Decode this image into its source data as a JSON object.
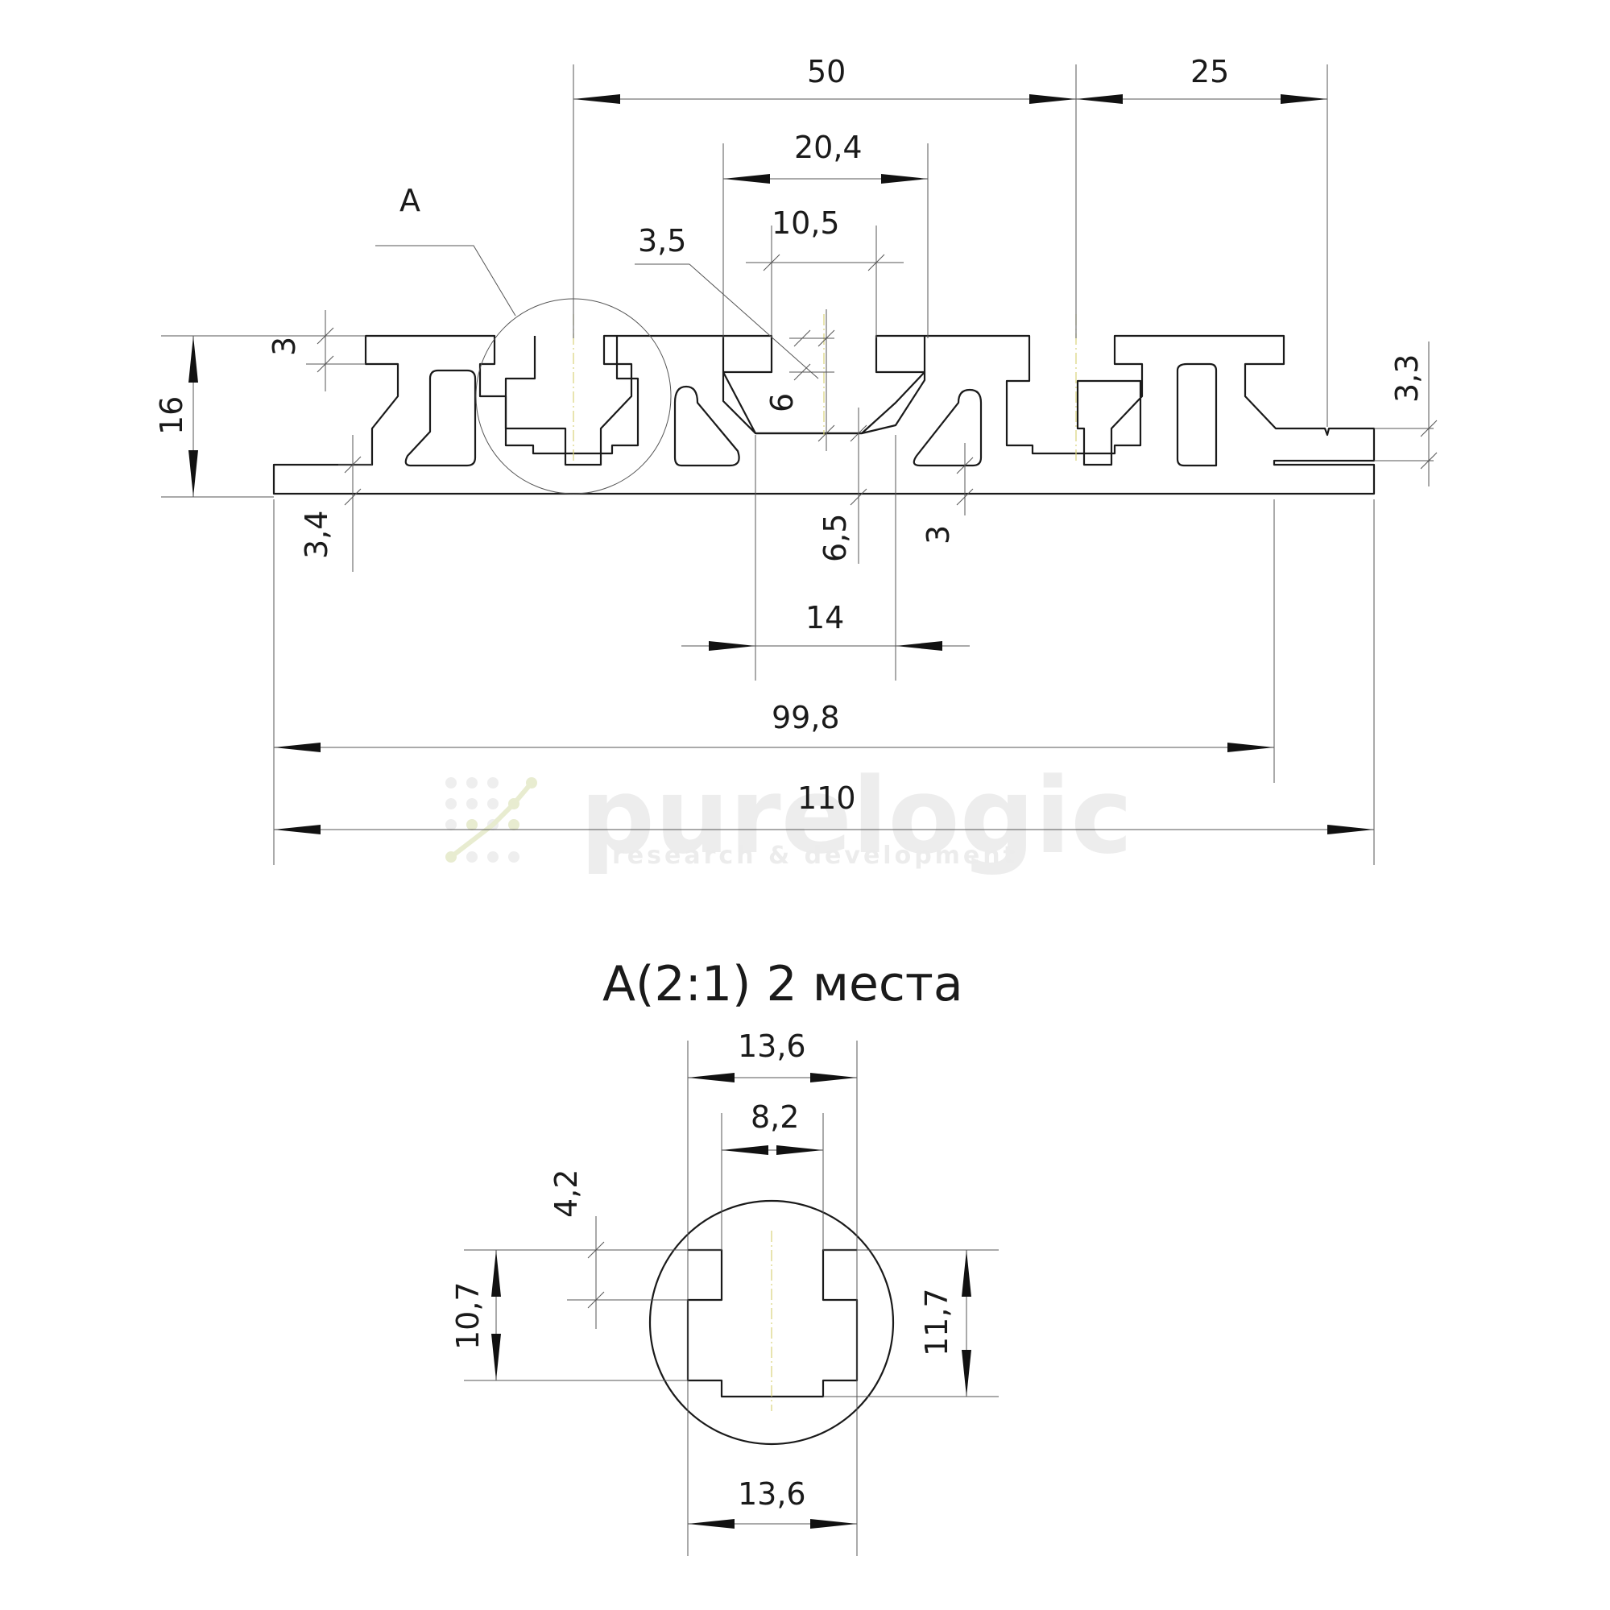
{
  "drawing": {
    "detail_callout": "A",
    "detail_title": "A(2:1) 2 места",
    "accent_colors": {
      "line": "#1a1a1a",
      "centerline": "#d9d27a"
    }
  },
  "dimensions_main": {
    "d50": "50",
    "d25": "25",
    "d20_4": "20,4",
    "d10_5": "10,5",
    "d3_5": "3,5",
    "d3_top": "3",
    "d16": "16",
    "d6": "6",
    "d3_3": "3,3",
    "d3_4": "3,4",
    "d6_5": "6,5",
    "d3_bottom": "3",
    "d14": "14",
    "d99_8": "99,8",
    "d110": "110"
  },
  "dimensions_detail": {
    "d13_6_top": "13,6",
    "d8_2": "8,2",
    "d4_2": "4,2",
    "d10_7": "10,7",
    "d11_7": "11,7",
    "d13_6_bottom": "13,6"
  },
  "watermark": {
    "brand": "purelogic",
    "tagline": "research & development",
    "logo_icon": "dot-grid-logo-icon"
  }
}
